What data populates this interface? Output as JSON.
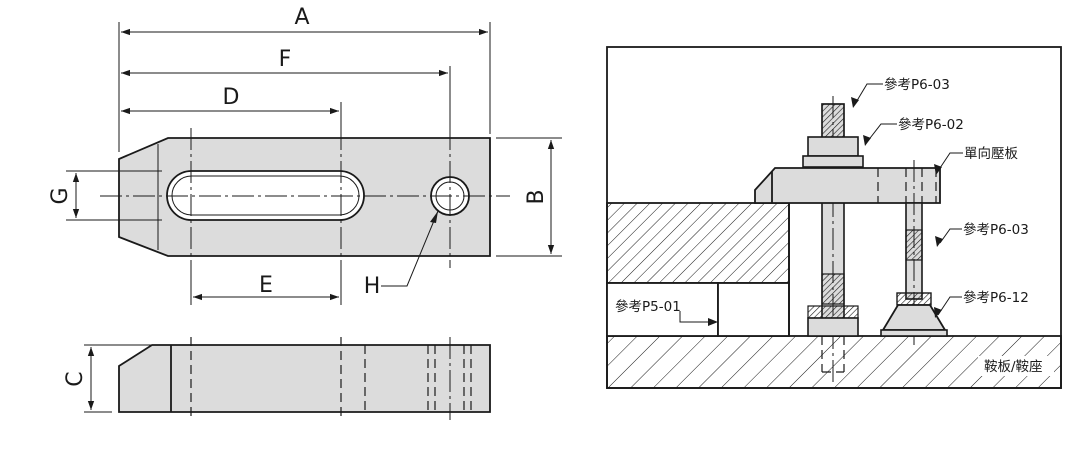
{
  "left_drawing": {
    "dimensions": {
      "A": "A",
      "F": "F",
      "D": "D",
      "E": "E",
      "G": "G",
      "B": "B",
      "H": "H",
      "C": "C"
    }
  },
  "right_drawing": {
    "callouts": {
      "top_bolt_nut": "參考P6-03",
      "washer": "參考P6-02",
      "clamp": "單向壓板",
      "support_bolt": "參考P6-03",
      "support_base": "參考P6-12",
      "t_bolt": "參考P5-01",
      "table": "鞍板/鞍座"
    }
  },
  "colors": {
    "part_fill": "#dcdcdc",
    "line": "#1a1a1a",
    "background": "#ffffff"
  }
}
